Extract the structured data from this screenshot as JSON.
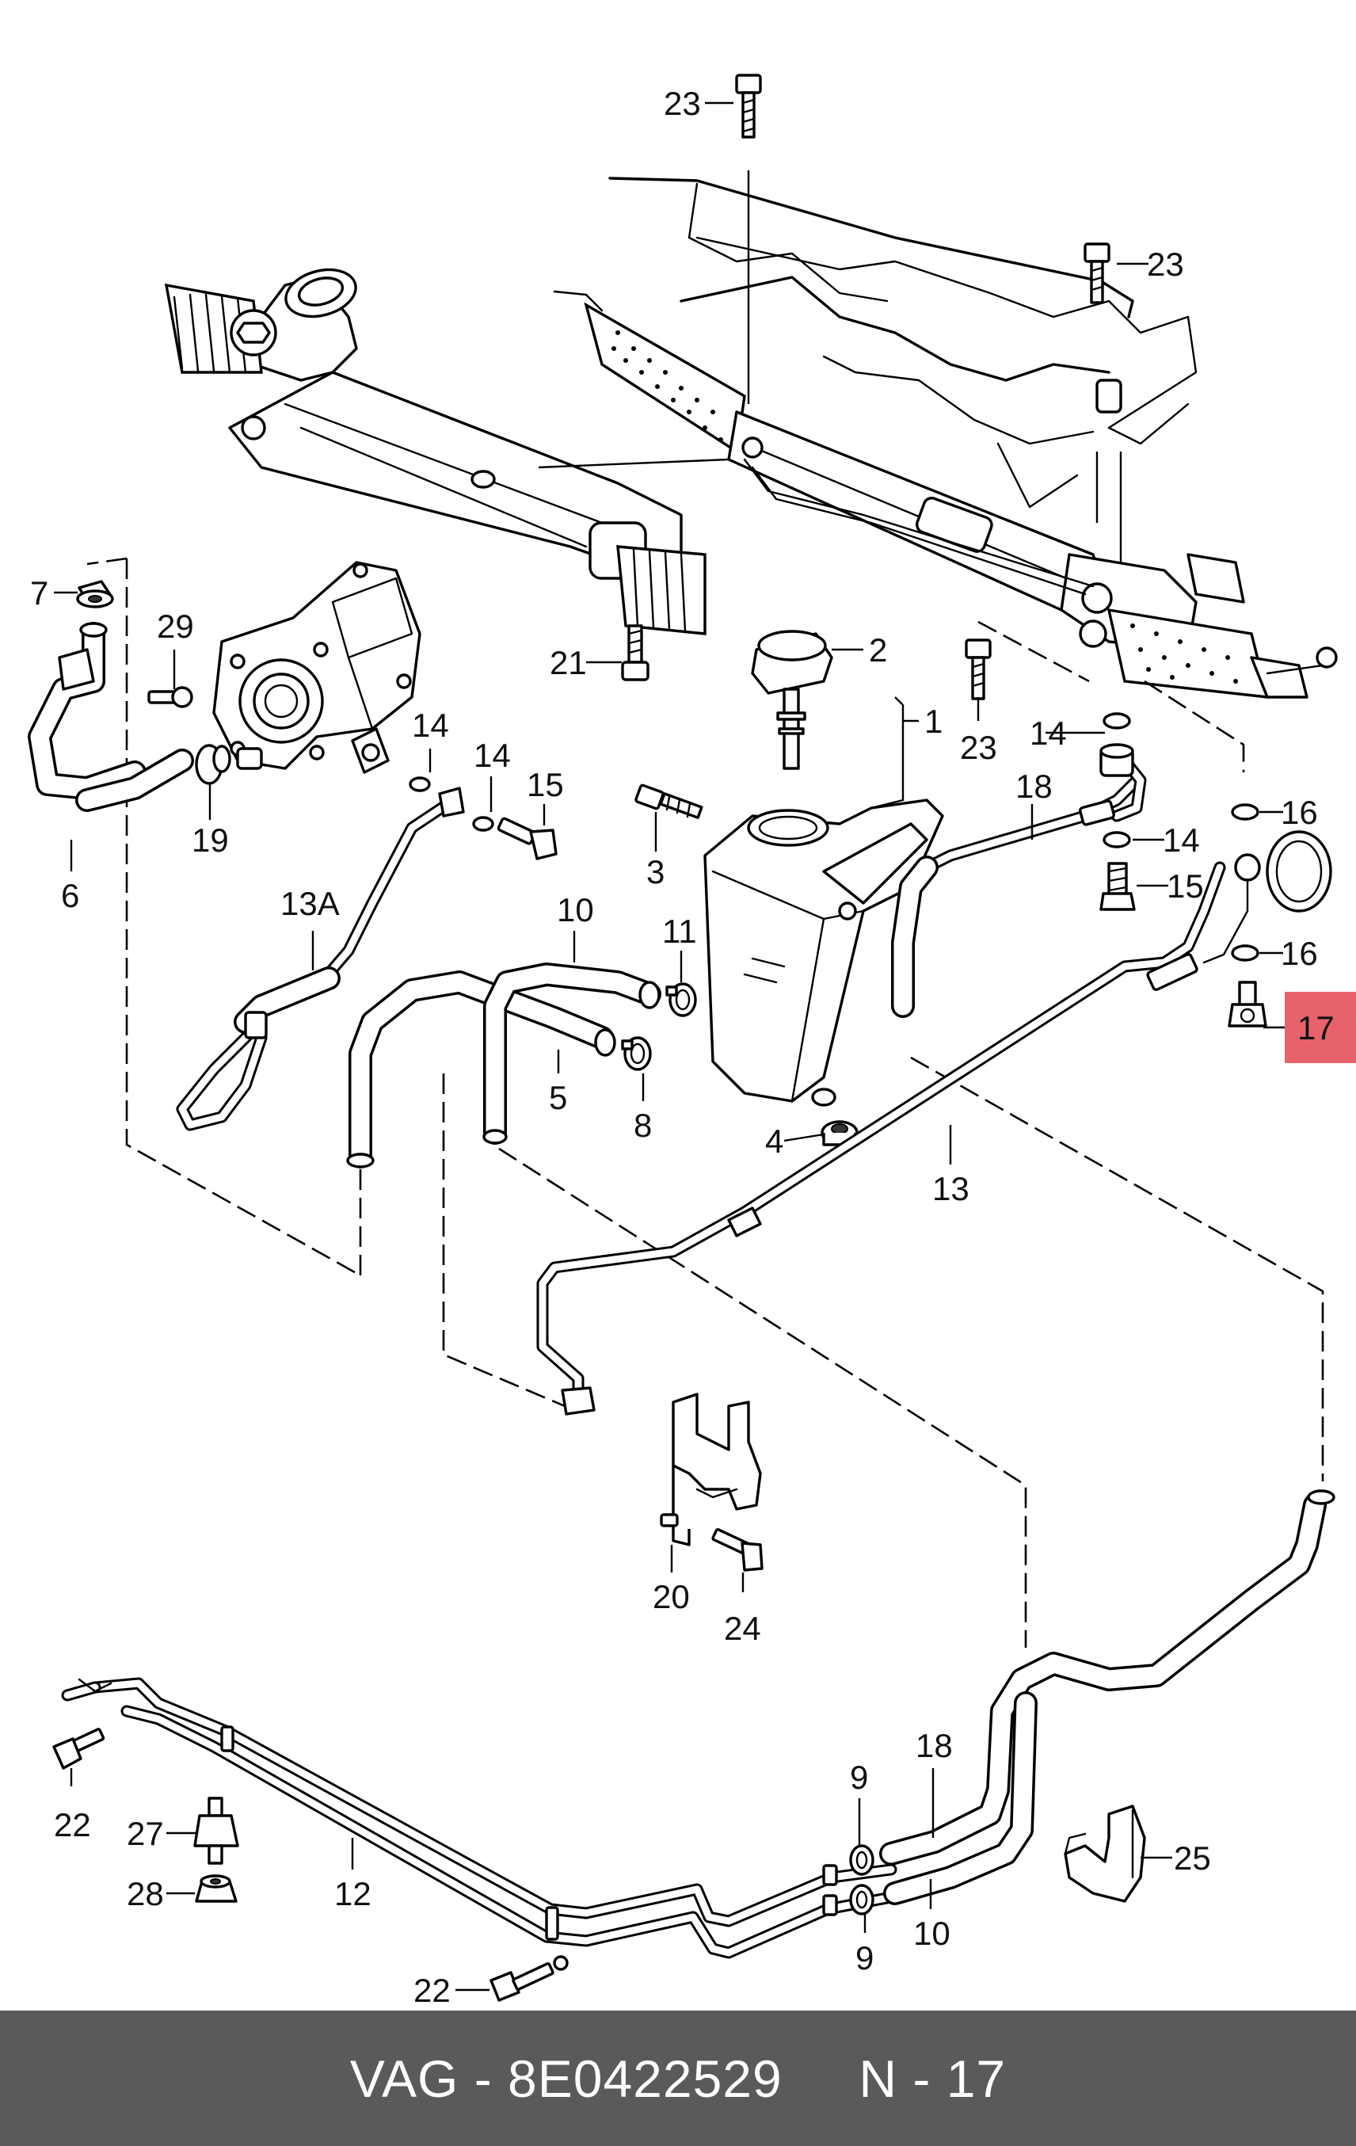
{
  "diagram": {
    "callouts": [
      {
        "id": "c23a",
        "text": "23"
      },
      {
        "id": "c23b",
        "text": "23"
      },
      {
        "id": "c23c",
        "text": "23"
      },
      {
        "id": "c7",
        "text": "7"
      },
      {
        "id": "c29",
        "text": "29"
      },
      {
        "id": "c6",
        "text": "6"
      },
      {
        "id": "c19",
        "text": "19"
      },
      {
        "id": "c14a",
        "text": "14"
      },
      {
        "id": "c14b",
        "text": "14"
      },
      {
        "id": "c14c",
        "text": "14"
      },
      {
        "id": "c14d",
        "text": "14"
      },
      {
        "id": "c15a",
        "text": "15"
      },
      {
        "id": "c15b",
        "text": "15"
      },
      {
        "id": "c21",
        "text": "21"
      },
      {
        "id": "c2",
        "text": "2"
      },
      {
        "id": "c1",
        "text": "1"
      },
      {
        "id": "c3",
        "text": "3"
      },
      {
        "id": "c13a",
        "text": "13A"
      },
      {
        "id": "c10a",
        "text": "10"
      },
      {
        "id": "c11",
        "text": "11"
      },
      {
        "id": "c5",
        "text": "5"
      },
      {
        "id": "c8",
        "text": "8"
      },
      {
        "id": "c4",
        "text": "4"
      },
      {
        "id": "c13",
        "text": "13"
      },
      {
        "id": "c18a",
        "text": "18"
      },
      {
        "id": "c16a",
        "text": "16"
      },
      {
        "id": "c16b",
        "text": "16"
      },
      {
        "id": "c17",
        "text": "17"
      },
      {
        "id": "c20",
        "text": "20"
      },
      {
        "id": "c24",
        "text": "24"
      },
      {
        "id": "c22a",
        "text": "22"
      },
      {
        "id": "c22b",
        "text": "22"
      },
      {
        "id": "c27",
        "text": "27"
      },
      {
        "id": "c28",
        "text": "28"
      },
      {
        "id": "c12",
        "text": "12"
      },
      {
        "id": "c9a",
        "text": "9"
      },
      {
        "id": "c9b",
        "text": "9"
      },
      {
        "id": "c18b",
        "text": "18"
      },
      {
        "id": "c10b",
        "text": "10"
      },
      {
        "id": "c25",
        "text": "25"
      }
    ],
    "highlight": {
      "callout": "17",
      "color": "#e8626b"
    }
  },
  "footer": {
    "text": "VAG - 8E0422529     N - 17",
    "background": "#5a5a5a",
    "color": "#ffffff"
  }
}
